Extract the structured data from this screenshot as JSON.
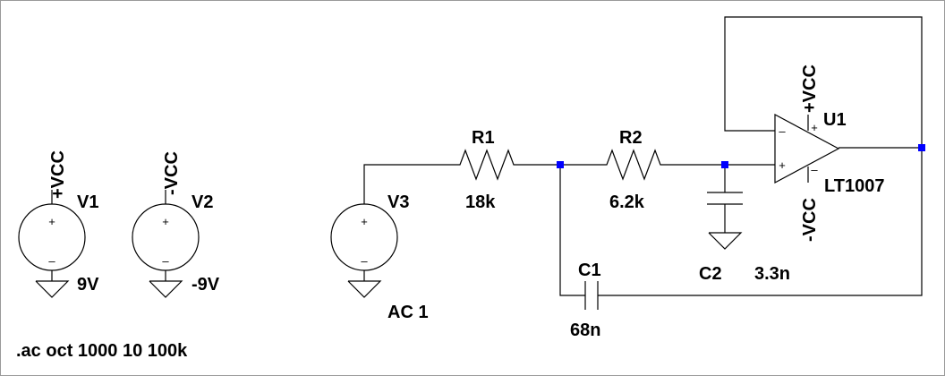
{
  "labels": {
    "v1_pos_net": "+VCC",
    "v2_pos_net": "-VCC",
    "opamp_top_net": "+VCC",
    "opamp_bot_net": "-VCC",
    "v1_name": "V1",
    "v1_value": "9V",
    "v2_name": "V2",
    "v2_value": "-9V",
    "v3_name": "V3",
    "v3_value": "AC 1",
    "r1_name": "R1",
    "r1_value": "18k",
    "r2_name": "R2",
    "r2_value": "6.2k",
    "c1_name": "C1",
    "c1_value": "68n",
    "c2_name": "C2",
    "c2_value": "3.3n",
    "u1_name": "U1",
    "u1_value": "LT1007",
    "directive": ".ac oct 1000 10 100k"
  },
  "symbols": {
    "plus": "+",
    "minus": "–",
    "opamp_inv": "–",
    "opamp_noninv": "+",
    "opamp_vpos": "+",
    "opamp_vneg": "–"
  },
  "colors": {
    "wire": "#000000",
    "node": "#0000ff",
    "border": "#9a9a9a",
    "background": "#ffffff"
  }
}
